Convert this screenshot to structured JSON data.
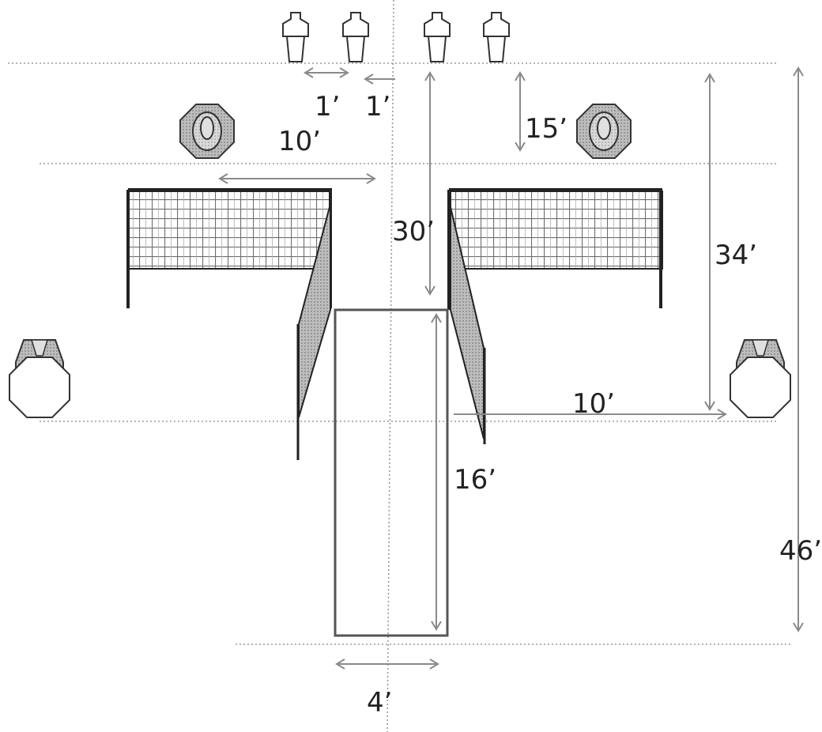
{
  "colors": {
    "guide_line": "#9a9a9a",
    "arrow": "#8a8a8a",
    "structure": "#222222",
    "net_grid": "#777777",
    "figure_fill": "#c8c8c8",
    "figure_stroke": "#333333"
  },
  "icons": {
    "top_figures": "small-cup-figure-icon",
    "upper_figures": "octagon-figure-icon",
    "side_figures": "octagon-stool-figure-icon"
  },
  "labels": {
    "gap_left": "1’",
    "gap_center": "1’",
    "dist_left": "10’",
    "dist_right_top": "15’",
    "dist_center": "30’",
    "dist_right": "34’",
    "dist_side": "10’",
    "runway_length": "16’",
    "total_length": "46’",
    "runway_width": "4’"
  }
}
